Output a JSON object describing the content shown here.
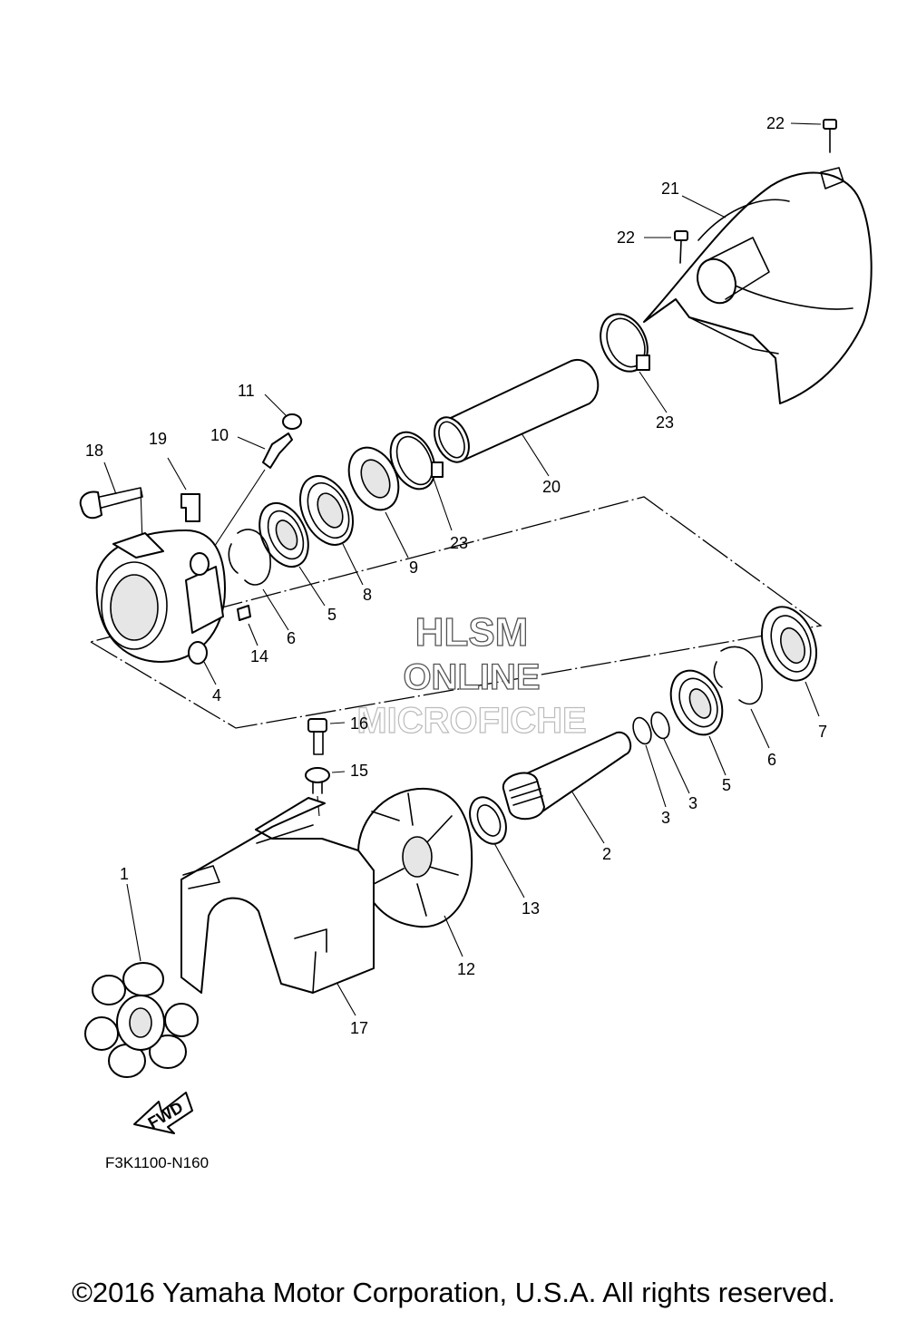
{
  "labels": {
    "p1": "1",
    "p2": "2",
    "p3a": "3",
    "p3b": "3",
    "p4": "4",
    "p5a": "5",
    "p5b": "5",
    "p6a": "6",
    "p6b": "6",
    "p7": "7",
    "p8": "8",
    "p9": "9",
    "p10": "10",
    "p11": "11",
    "p12": "12",
    "p13": "13",
    "p14": "14",
    "p15": "15",
    "p16": "16",
    "p17": "17",
    "p18": "18",
    "p19": "19",
    "p20": "20",
    "p21": "21",
    "p22a": "22",
    "p22b": "22",
    "p23a": "23",
    "p23b": "23"
  },
  "fwd_arrow": "FWD",
  "diagram_code": "F3K1100-N160",
  "watermark": {
    "line1": "HLSM",
    "line2": "ONLINE",
    "line3": "MICROFICHE"
  },
  "copyright": "©2016 Yamaha Motor Corporation, U.S.A. All rights reserved."
}
